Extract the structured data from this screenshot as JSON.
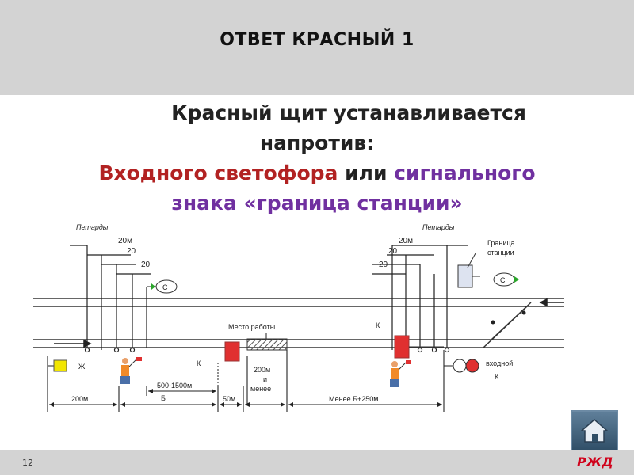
{
  "header": {
    "title": "ОТВЕТ КРАСНЫЙ 1"
  },
  "statement": {
    "line1": "Красный щит устанавливается",
    "line1b": "напротив:",
    "part_red": "Входного светофора",
    "part_or": " или ",
    "part_purple_a": "сигнального",
    "part_purple_b": "знака «граница станции»"
  },
  "diagram": {
    "labels": {
      "petardy_left": "Петарды",
      "petardy_right": "Петарды",
      "d20m_left": "20м",
      "d20_left_a": "20",
      "d20_left_b": "20",
      "d20m_right": "20м",
      "d20_right_a": "20",
      "d20_right_b": "20",
      "granica": "Граница",
      "stancii": "станции",
      "sign_c_left": "С",
      "sign_c_right": "С",
      "mesto_raboty": "Место работы",
      "k_left": "К",
      "k_right_top": "К",
      "zh": "Ж",
      "vhodnoy": "входной",
      "k_right_bottom": "К",
      "d500": "500-1500м",
      "b_left": "Б",
      "d200m_block": "200м",
      "i": "и",
      "menee": "менее",
      "d200m_bottom": "200м",
      "d50m": "50м",
      "menee_b250": "Менее Б+250м"
    }
  },
  "footer": {
    "page_number": "12",
    "logo_text": "РЖД"
  },
  "colors": {
    "red_shield": "#e03030",
    "yellow_shield": "#f2e600",
    "accent_red": "#b22222",
    "accent_purple": "#7030a0",
    "green_sign": "#2aa52a"
  }
}
